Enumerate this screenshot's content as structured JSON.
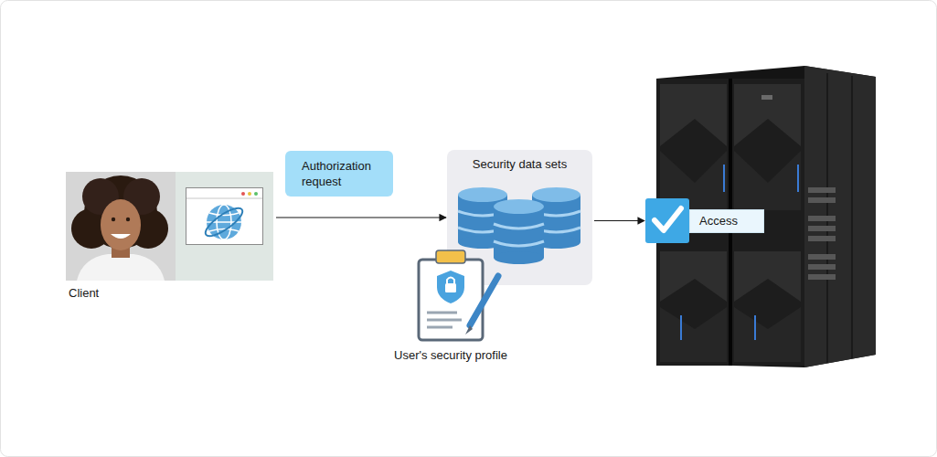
{
  "diagram": {
    "nodes": [
      {
        "text": [
          "Client"
        ]
      },
      {
        "text": [
          "Security data sets"
        ]
      },
      {
        "text": [
          "User's security profile"
        ]
      },
      {
        "text": [
          "Access"
        ]
      }
    ],
    "edges": [
      {
        "from": 0,
        "to": 1,
        "arrow": "to",
        "label": "Authorization request"
      },
      {
        "from": 1,
        "to": 3,
        "arrow": "to"
      }
    ]
  }
}
